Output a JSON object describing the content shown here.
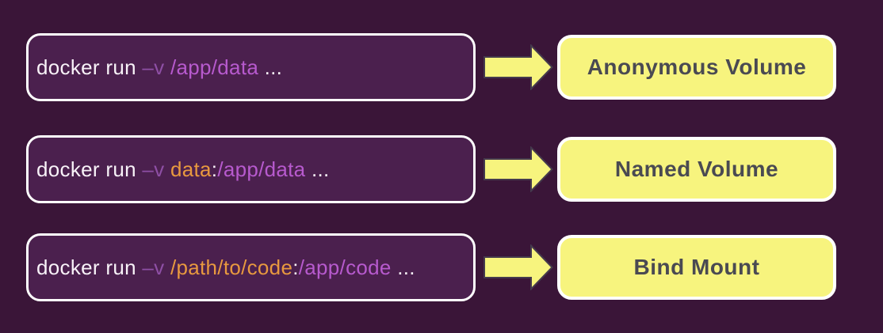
{
  "colors": {
    "background": "#3A1538",
    "command_box_bg": "#4B204E",
    "box_border": "#FFFFFF",
    "yellow": "#F7F47E",
    "arrow_outline": "#453A4D",
    "label_text": "#4A4A52",
    "code_white": "#F8F2F8",
    "flag_purple": "#8E4FA5",
    "path_violet": "#B75ACE",
    "host_orange": "#E8993F"
  },
  "rows": [
    {
      "command": [
        {
          "text": "docker run ",
          "color": "code_white"
        },
        {
          "text": "–v ",
          "color": "flag_purple"
        },
        {
          "text": "/app/data",
          "color": "path_violet"
        },
        {
          "text": " ...",
          "color": "code_white"
        }
      ],
      "label": "Anonymous Volume"
    },
    {
      "command": [
        {
          "text": "docker run ",
          "color": "code_white"
        },
        {
          "text": "–v ",
          "color": "flag_purple"
        },
        {
          "text": "data",
          "color": "host_orange"
        },
        {
          "text": ":",
          "color": "code_white"
        },
        {
          "text": "/app/data",
          "color": "path_violet"
        },
        {
          "text": " ...",
          "color": "code_white"
        }
      ],
      "label": "Named Volume"
    },
    {
      "command": [
        {
          "text": "docker run ",
          "color": "code_white"
        },
        {
          "text": "–v ",
          "color": "flag_purple"
        },
        {
          "text": "/path/to/code",
          "color": "host_orange"
        },
        {
          "text": ":",
          "color": "code_white"
        },
        {
          "text": "/app/code",
          "color": "path_violet"
        },
        {
          "text": " ...",
          "color": "code_white"
        }
      ],
      "label": "Bind Mount"
    }
  ]
}
